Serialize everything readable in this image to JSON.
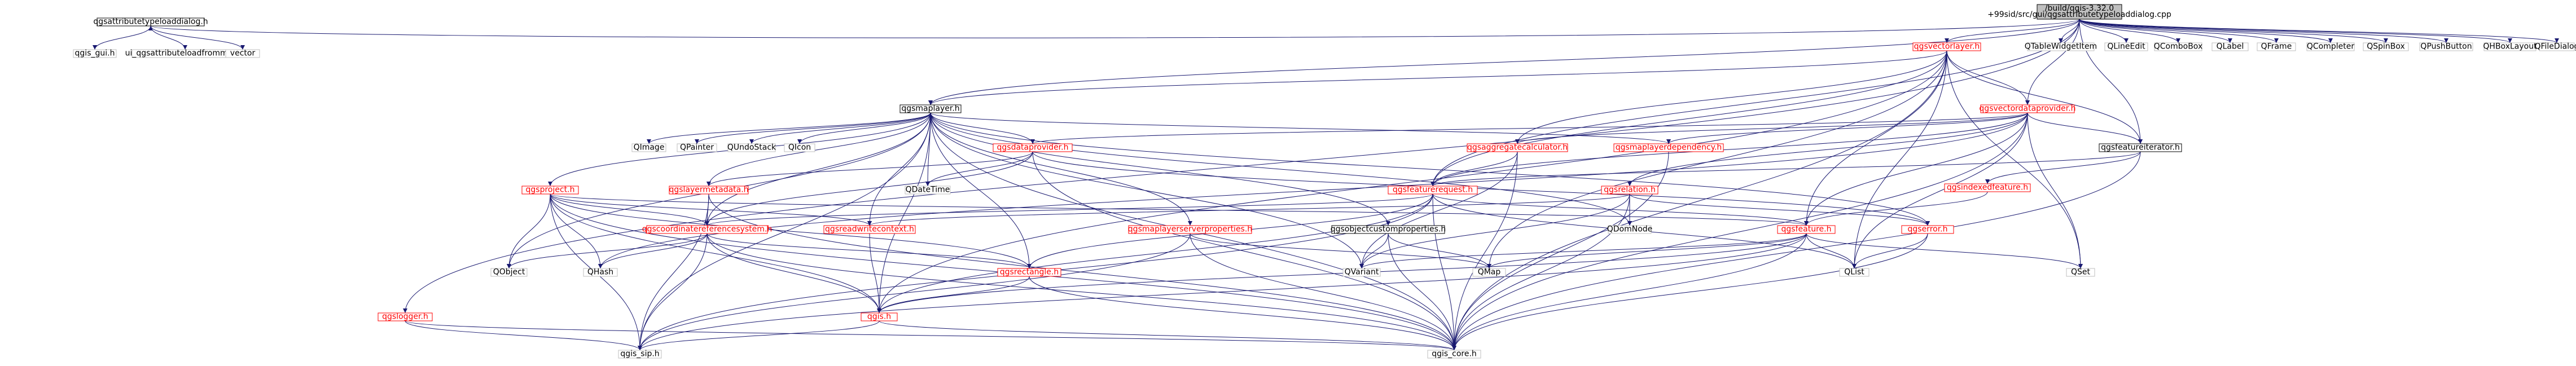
{
  "colors": {
    "edge": "#191970",
    "node_border": "#bfbfbf",
    "node_border_documented": "#000000",
    "node_border_missing": "#ff0000",
    "root_fill": "#bfbfbf",
    "text": "#000000",
    "text_missing": "#ff0000"
  },
  "nodes": [
    {
      "id": "root",
      "label": "/build/qgis-3.32.0\n+99sid/src/gui/qgsattributetypeloaddialog.cpp",
      "style": "root"
    },
    {
      "id": "n_atld_h",
      "label": "qgsattributetypeloaddialog.h",
      "style": "doc"
    },
    {
      "id": "n_qgis_gui",
      "label": "qgis_gui.h",
      "style": "plain"
    },
    {
      "id": "n_ui_atld",
      "label": "ui_qgsattributeloadfrommap.h",
      "style": "plain"
    },
    {
      "id": "n_vector",
      "label": "vector",
      "style": "plain"
    },
    {
      "id": "n_vectorlayer",
      "label": "qgsvectorlayer.h",
      "style": "missing"
    },
    {
      "id": "n_qtablewidgetitem",
      "label": "QTableWidgetItem",
      "style": "plain"
    },
    {
      "id": "n_qlineedit",
      "label": "QLineEdit",
      "style": "plain"
    },
    {
      "id": "n_qcombobox",
      "label": "QComboBox",
      "style": "plain"
    },
    {
      "id": "n_qlabel",
      "label": "QLabel",
      "style": "plain"
    },
    {
      "id": "n_qframe",
      "label": "QFrame",
      "style": "plain"
    },
    {
      "id": "n_qcompleter",
      "label": "QCompleter",
      "style": "plain"
    },
    {
      "id": "n_qspinbox",
      "label": "QSpinBox",
      "style": "plain"
    },
    {
      "id": "n_qpushbutton",
      "label": "QPushButton",
      "style": "plain"
    },
    {
      "id": "n_qhboxlayout",
      "label": "QHBoxLayout",
      "style": "plain"
    },
    {
      "id": "n_qfiledialog",
      "label": "QFileDialog",
      "style": "plain"
    },
    {
      "id": "n_maplayer",
      "label": "qgsmaplayer.h",
      "style": "doc"
    },
    {
      "id": "n_vectordataprovider",
      "label": "qgsvectordataprovider.h",
      "style": "missing"
    },
    {
      "id": "n_featureiterator",
      "label": "qgsfeatureiterator.h",
      "style": "doc"
    },
    {
      "id": "n_qimage",
      "label": "QImage",
      "style": "plain"
    },
    {
      "id": "n_qpainter",
      "label": "QPainter",
      "style": "plain"
    },
    {
      "id": "n_qundostack",
      "label": "QUndoStack",
      "style": "plain"
    },
    {
      "id": "n_qicon",
      "label": "QIcon",
      "style": "plain"
    },
    {
      "id": "n_dataprovider",
      "label": "qgsdataprovider.h",
      "style": "missing"
    },
    {
      "id": "n_aggregatecalculator",
      "label": "qgsaggregatecalculator.h",
      "style": "missing"
    },
    {
      "id": "n_maplayerdependency",
      "label": "qgsmaplayerdependency.h",
      "style": "missing"
    },
    {
      "id": "n_indexedfeature",
      "label": "qgsindexedfeature.h",
      "style": "missing"
    },
    {
      "id": "n_project",
      "label": "qgsproject.h",
      "style": "missing"
    },
    {
      "id": "n_layermetadata",
      "label": "qgslayermetadata.h",
      "style": "missing"
    },
    {
      "id": "n_qdatetime",
      "label": "QDateTime",
      "style": "plain"
    },
    {
      "id": "n_featurerequest",
      "label": "qgsfeaturerequest.h",
      "style": "missing"
    },
    {
      "id": "n_relation",
      "label": "qgsrelation.h",
      "style": "missing"
    },
    {
      "id": "n_crs",
      "label": "qgscoordinatereferencesystem.h",
      "style": "missing"
    },
    {
      "id": "n_readwritecontext",
      "label": "qgsreadwritecontext.h",
      "style": "missing"
    },
    {
      "id": "n_maplayerserverproperties",
      "label": "qgsmaplayerserverproperties.h",
      "style": "missing"
    },
    {
      "id": "n_objectcustomproperties",
      "label": "qgsobjectcustomproperties.h",
      "style": "doc"
    },
    {
      "id": "n_qdomnode",
      "label": "QDomNode",
      "style": "plain"
    },
    {
      "id": "n_feature",
      "label": "qgsfeature.h",
      "style": "missing"
    },
    {
      "id": "n_error",
      "label": "qgserror.h",
      "style": "missing"
    },
    {
      "id": "n_qobject",
      "label": "QObject",
      "style": "plain"
    },
    {
      "id": "n_qhash",
      "label": "QHash",
      "style": "plain"
    },
    {
      "id": "n_rectangle",
      "label": "qgsrectangle.h",
      "style": "missing"
    },
    {
      "id": "n_qvariant",
      "label": "QVariant",
      "style": "plain"
    },
    {
      "id": "n_qmap",
      "label": "QMap",
      "style": "plain"
    },
    {
      "id": "n_qlist",
      "label": "QList",
      "style": "plain"
    },
    {
      "id": "n_qset",
      "label": "QSet",
      "style": "plain"
    },
    {
      "id": "n_logger",
      "label": "qgslogger.h",
      "style": "missing"
    },
    {
      "id": "n_qgis",
      "label": "qgis.h",
      "style": "missing"
    },
    {
      "id": "n_qgis_sip",
      "label": "qgis_sip.h",
      "style": "plain"
    },
    {
      "id": "n_qgis_core",
      "label": "qgis_core.h",
      "style": "plain"
    }
  ],
  "edges": [
    [
      "root",
      "n_atld_h"
    ],
    [
      "root",
      "n_vectorlayer"
    ],
    [
      "root",
      "n_maplayer"
    ],
    [
      "root",
      "n_featureiterator"
    ],
    [
      "root",
      "n_qtablewidgetitem"
    ],
    [
      "root",
      "n_qlineedit"
    ],
    [
      "root",
      "n_qcombobox"
    ],
    [
      "root",
      "n_qlabel"
    ],
    [
      "root",
      "n_qframe"
    ],
    [
      "root",
      "n_qcompleter"
    ],
    [
      "root",
      "n_qspinbox"
    ],
    [
      "root",
      "n_qpushbutton"
    ],
    [
      "root",
      "n_qhboxlayout"
    ],
    [
      "root",
      "n_qfiledialog"
    ],
    [
      "root",
      "n_logger"
    ],
    [
      "root",
      "n_featurerequest"
    ],
    [
      "root",
      "n_vectordataprovider"
    ],
    [
      "n_atld_h",
      "n_qgis_gui"
    ],
    [
      "n_atld_h",
      "n_ui_atld"
    ],
    [
      "n_atld_h",
      "n_vector"
    ],
    [
      "n_vectorlayer",
      "n_qgis_core"
    ],
    [
      "n_vectorlayer",
      "n_maplayer"
    ],
    [
      "n_vectorlayer",
      "n_vectordataprovider"
    ],
    [
      "n_vectorlayer",
      "n_featureiterator"
    ],
    [
      "n_vectorlayer",
      "n_featurerequest"
    ],
    [
      "n_vectorlayer",
      "n_feature"
    ],
    [
      "n_vectorlayer",
      "n_aggregatecalculator"
    ],
    [
      "n_vectorlayer",
      "n_qmap"
    ],
    [
      "n_vectorlayer",
      "n_qset"
    ],
    [
      "n_vectorlayer",
      "n_qlist"
    ],
    [
      "n_vectorlayer",
      "n_qgis"
    ],
    [
      "n_maplayer",
      "n_qimage"
    ],
    [
      "n_maplayer",
      "n_qpainter"
    ],
    [
      "n_maplayer",
      "n_qundostack"
    ],
    [
      "n_maplayer",
      "n_qicon"
    ],
    [
      "n_maplayer",
      "n_dataprovider"
    ],
    [
      "n_maplayer",
      "n_maplayerdependency"
    ],
    [
      "n_maplayer",
      "n_layermetadata"
    ],
    [
      "n_maplayer",
      "n_project"
    ],
    [
      "n_maplayer",
      "n_crs"
    ],
    [
      "n_maplayer",
      "n_rectangle"
    ],
    [
      "n_maplayer",
      "n_readwritecontext"
    ],
    [
      "n_maplayer",
      "n_maplayerserverproperties"
    ],
    [
      "n_maplayer",
      "n_objectcustomproperties"
    ],
    [
      "n_maplayer",
      "n_error"
    ],
    [
      "n_maplayer",
      "n_qgis"
    ],
    [
      "n_maplayer",
      "n_qobject"
    ],
    [
      "n_maplayer",
      "n_qdomnode"
    ],
    [
      "n_maplayer",
      "n_qvariant"
    ],
    [
      "n_maplayer",
      "n_qgis_core"
    ],
    [
      "n_maplayer",
      "n_qgis_sip"
    ],
    [
      "n_maplayer",
      "n_qdatetime"
    ],
    [
      "n_vectordataprovider",
      "n_dataprovider"
    ],
    [
      "n_vectordataprovider",
      "n_featureiterator"
    ],
    [
      "n_vectordataprovider",
      "n_feature"
    ],
    [
      "n_vectordataprovider",
      "n_aggregatecalculator"
    ],
    [
      "n_vectordataprovider",
      "n_maplayerdependency"
    ],
    [
      "n_vectordataprovider",
      "n_relation"
    ],
    [
      "n_vectordataprovider",
      "n_featurerequest"
    ],
    [
      "n_vectordataprovider",
      "n_qset"
    ],
    [
      "n_vectordataprovider",
      "n_qhash"
    ],
    [
      "n_vectordataprovider",
      "n_qlist"
    ],
    [
      "n_vectordataprovider",
      "n_qgis_core"
    ],
    [
      "n_featureiterator",
      "n_featurerequest"
    ],
    [
      "n_featureiterator",
      "n_indexedfeature"
    ],
    [
      "n_featureiterator",
      "n_qgis_core"
    ],
    [
      "n_dataprovider",
      "n_qdatetime"
    ],
    [
      "n_dataprovider",
      "n_layermetadata"
    ],
    [
      "n_dataprovider",
      "n_crs"
    ],
    [
      "n_dataprovider",
      "n_error"
    ],
    [
      "n_dataprovider",
      "n_qgis_core"
    ],
    [
      "n_aggregatecalculator",
      "n_featurerequest"
    ],
    [
      "n_aggregatecalculator",
      "n_qvariant"
    ],
    [
      "n_aggregatecalculator",
      "n_qgis_core"
    ],
    [
      "n_maplayerdependency",
      "n_qgis_core"
    ],
    [
      "n_indexedfeature",
      "n_feature"
    ],
    [
      "n_project",
      "n_qobject"
    ],
    [
      "n_project",
      "n_qhash"
    ],
    [
      "n_project",
      "n_crs"
    ],
    [
      "n_project",
      "n_readwritecontext"
    ],
    [
      "n_project",
      "n_qgis_core"
    ],
    [
      "n_project",
      "n_qgis_sip"
    ],
    [
      "n_project",
      "n_qgis"
    ],
    [
      "n_project",
      "n_feature"
    ],
    [
      "n_project",
      "n_rectangle"
    ],
    [
      "n_layermetadata",
      "n_crs"
    ],
    [
      "n_layermetadata",
      "n_qgis_sip"
    ],
    [
      "n_layermetadata",
      "n_qgis_core"
    ],
    [
      "n_featurerequest",
      "n_feature"
    ],
    [
      "n_featurerequest",
      "n_rectangle"
    ],
    [
      "n_featurerequest",
      "n_crs"
    ],
    [
      "n_featurerequest",
      "n_qgis"
    ],
    [
      "n_featurerequest",
      "n_qgis_core"
    ],
    [
      "n_featurerequest",
      "n_qgis_sip"
    ],
    [
      "n_featurerequest",
      "n_qlist"
    ],
    [
      "n_relation",
      "n_qdomnode"
    ],
    [
      "n_relation",
      "n_readwritecontext"
    ],
    [
      "n_relation",
      "n_error"
    ],
    [
      "n_relation",
      "n_qgis_core"
    ],
    [
      "n_relation",
      "n_qvariant"
    ],
    [
      "n_crs",
      "n_qobject"
    ],
    [
      "n_crs",
      "n_qhash"
    ],
    [
      "n_crs",
      "n_qgis"
    ],
    [
      "n_crs",
      "n_qgis_sip"
    ],
    [
      "n_crs",
      "n_qgis_core"
    ],
    [
      "n_crs",
      "n_rectangle"
    ],
    [
      "n_readwritecontext",
      "n_qgis"
    ],
    [
      "n_maplayerserverproperties",
      "n_qmap"
    ],
    [
      "n_maplayerserverproperties",
      "n_qgis_sip"
    ],
    [
      "n_maplayerserverproperties",
      "n_qgis_core"
    ],
    [
      "n_objectcustomproperties",
      "n_qmap"
    ],
    [
      "n_objectcustomproperties",
      "n_qvariant"
    ],
    [
      "n_objectcustomproperties",
      "n_qgis_core"
    ],
    [
      "n_feature",
      "n_qlist"
    ],
    [
      "n_feature",
      "n_qmap"
    ],
    [
      "n_feature",
      "n_qvariant"
    ],
    [
      "n_feature",
      "n_qset"
    ],
    [
      "n_feature",
      "n_qgis_core"
    ],
    [
      "n_feature",
      "n_qgis_sip"
    ],
    [
      "n_feature",
      "n_qgis"
    ],
    [
      "n_error",
      "n_qlist"
    ],
    [
      "n_error",
      "n_qgis_core"
    ],
    [
      "n_rectangle",
      "n_qgis"
    ],
    [
      "n_rectangle",
      "n_qgis_core"
    ],
    [
      "n_logger",
      "n_qgis_core"
    ],
    [
      "n_logger",
      "n_qgis_sip"
    ],
    [
      "n_qgis",
      "n_qgis_sip"
    ],
    [
      "n_qgis",
      "n_qgis_core"
    ]
  ]
}
